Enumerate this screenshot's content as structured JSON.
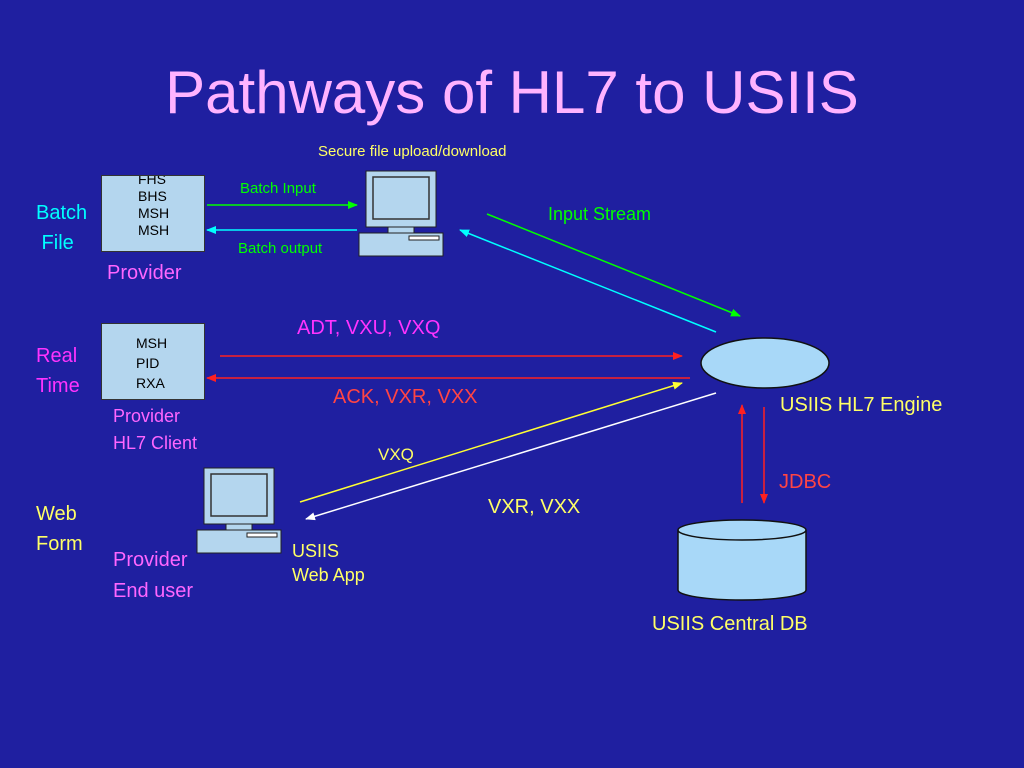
{
  "title": "Pathways of HL7 to USIIS",
  "labels": {
    "secure_file": "Secure file upload/download",
    "batch_input": "Batch Input",
    "batch_output": "Batch output",
    "input_stream": "Input Stream",
    "batch_file": "Batch\n File",
    "provider_batch": "Provider",
    "adt": "ADT, VXU, VXQ",
    "ack": "ACK, VXR, VXX",
    "real_time": "Real\nTime",
    "provider_hl7": "Provider\nHL7 Client",
    "engine": "USIIS HL7 Engine",
    "vxq": "VXQ",
    "vxr_vxx": "VXR, VXX",
    "jdbc": "JDBC",
    "web_form": "Web\nForm",
    "provider_end": "Provider\nEnd user",
    "web_app": "USIIS\nWeb App",
    "central_db": "USIIS Central DB"
  },
  "batch_segments": [
    "FHS",
    "BHS",
    "MSH",
    "MSH"
  ],
  "realtime_segments": [
    "MSH",
    "PID",
    "RXA"
  ],
  "colors": {
    "background": "#1f1fa0",
    "title": "#ffb3ff",
    "cyan": "#00ffff",
    "green": "#00ff00",
    "pink": "#ff66ff",
    "magenta": "#ff33ff",
    "red": "#ff4444",
    "yellow": "#ffff66",
    "light_blue": "#a8d8f8"
  }
}
